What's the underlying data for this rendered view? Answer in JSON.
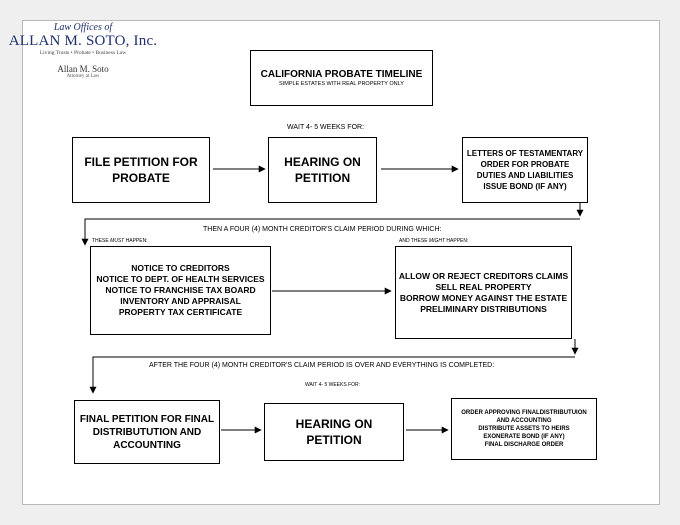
{
  "logo": {
    "line1": "Law Offices of",
    "line2": "ALLAN M. SOTO, Inc.",
    "line3": "Living Trusts • Probate • Business Law",
    "line4": "Allan M. Soto",
    "line5": "Attorney at Law"
  },
  "title": {
    "main": "CALIFORNIA PROBATE TIMELINE",
    "sub": "SIMPLE ESTATES WITH REAL PROPERTY ONLY"
  },
  "row1": {
    "wait": "WAIT 4- 5 WEEKS FOR:",
    "box1": [
      "FILE PETITION FOR",
      "PROBATE"
    ],
    "box2": [
      "HEARING ON",
      "PETITION"
    ],
    "box3": [
      "LETTERS OF TESTAMENTARY",
      "ORDER FOR PROBATE",
      "DUTIES AND LIABILITIES",
      "ISSUE BOND (IF ANY)"
    ]
  },
  "row2": {
    "period": "THEN A FOUR (4) MONTH CREDITOR'S CLAIM PERIOD DURING WHICH:",
    "must_label": "THESE MUST HAPPEN:",
    "might_label": "AND THESE MIGHT HAPPEN:",
    "must_box": [
      "NOTICE TO CREDITORS",
      "NOTICE TO DEPT. OF HEALTH SERVICES",
      "NOTICE TO FRANCHISE TAX BOARD",
      "INVENTORY AND APPRAISAL",
      "PROPERTY TAX CERTIFICATE"
    ],
    "might_box": [
      "ALLOW OR REJECT CREDITORS CLAIMS",
      "SELL REAL PROPERTY",
      "BORROW MONEY AGAINST THE ESTATE",
      "PRELIMINARY DISTRIBUTIONS"
    ]
  },
  "row3": {
    "after": "AFTER THE FOUR (4) MONTH CREDITOR'S CLAIM PERIOD IS OVER AND EVERYTHING IS COMPLETED:",
    "wait": "WAIT 4- 5 WEEKS FOR:",
    "box1": [
      "FINAL PETITION FOR FINAL",
      "DISTRIBUTUTION AND",
      "ACCOUNTING"
    ],
    "box2": [
      "HEARING ON",
      "PETITION"
    ],
    "box3": [
      "ORDER APPROVING FINALDISTRIBUTUION",
      "AND ACCOUNTING",
      "DISTRIBUTE ASSETS TO HEIRS",
      "EXONERATE BOND (IF ANY)",
      "FINAL DISCHARGE ORDER"
    ]
  }
}
